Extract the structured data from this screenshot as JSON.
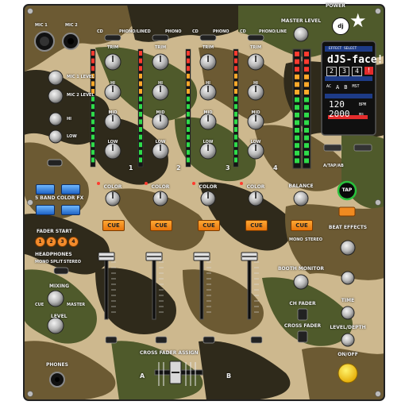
{
  "header": {
    "power": "POWER",
    "brand": "dj"
  },
  "mics": {
    "mic1": "MIC 1",
    "mic2": "MIC 2",
    "mic1_level": "MIC 1 LEVEL",
    "mic2_level": "MIC 2 LEVEL",
    "hi": "HI",
    "low": "LOW"
  },
  "channels": [
    {
      "number": "1",
      "selector": [
        "CD",
        "PHONO/LINE"
      ],
      "trim": "TRIM",
      "hi": "HI",
      "mid": "MID",
      "low": "LOW",
      "color": "COLOR",
      "cue": "CUE"
    },
    {
      "number": "2",
      "selector": [
        "CD",
        "PHONO"
      ],
      "trim": "TRIM",
      "hi": "HI",
      "mid": "MID",
      "low": "LOW",
      "color": "COLOR",
      "cue": "CUE"
    },
    {
      "number": "3",
      "selector": [
        "CD",
        "PHONO"
      ],
      "trim": "TRIM",
      "hi": "HI",
      "mid": "MID",
      "low": "LOW",
      "color": "COLOR",
      "cue": "CUE"
    },
    {
      "number": "4",
      "selector": [
        "CD",
        "PHONO/LINE"
      ],
      "trim": "TRIM",
      "hi": "HI",
      "mid": "MID",
      "low": "LOW",
      "color": "COLOR",
      "cue": "CUE"
    }
  ],
  "master": {
    "level": "MASTER LEVEL",
    "balance": "BALANCE",
    "cue": "CUE"
  },
  "screen": {
    "select": "EFFECT SELECT",
    "effect": "dJS-face!",
    "digits": [
      "2",
      "3",
      "4",
      "!"
    ],
    "modes": [
      "AC",
      "A",
      "B",
      "MST"
    ],
    "bpm": "120",
    "bpm_unit": "BPM",
    "time": "2000",
    "time_unit": "ms"
  },
  "controls": {
    "beat_link": "A/TAP/AB",
    "tap": "TAP",
    "fx_label": "5 BAND COLOR FX",
    "fader_start": "FADER START",
    "fader_nums": [
      "1",
      "2",
      "3",
      "4"
    ],
    "headphones": "HEADPHONES",
    "mono_split": "MONO SPLIT",
    "stereo": "STEREO",
    "mixing": "MIXING",
    "level": "LEVEL",
    "phones": "PHONES",
    "cue_label": "CUE",
    "master_label": "MASTER",
    "booth": "BOOTH MONITOR",
    "mono": "MONO",
    "stereo2": "STEREO",
    "beat_effects": "BEAT EFFECTS",
    "ch_fader": "CH FADER",
    "cross_fader": "CROSS FADER",
    "time": "TIME",
    "level_depth": "LEVEL/DEPTH",
    "on_off": "ON/OFF",
    "cross_assign": "CROSS FADER ASSIGN",
    "a": "A",
    "b": "B"
  }
}
